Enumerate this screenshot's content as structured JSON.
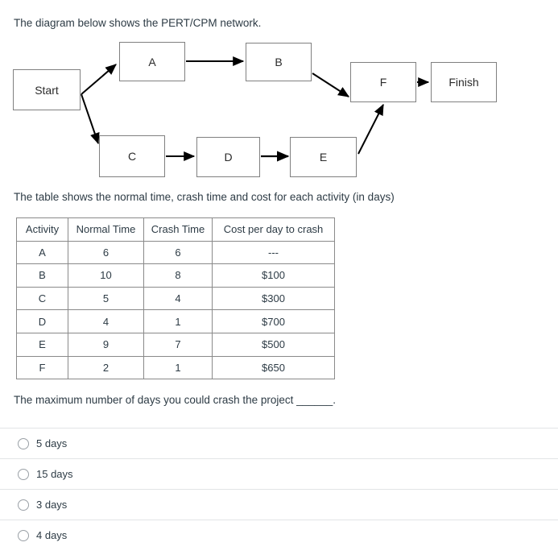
{
  "question": {
    "intro_diagram": "The diagram below shows the PERT/CPM network.",
    "intro_table": "The table shows the normal time, crash time and cost for each activity (in days)",
    "stem": "The maximum number of days you could crash the project ______."
  },
  "diagram": {
    "nodes": [
      {
        "id": "start",
        "label": "Start"
      },
      {
        "id": "a",
        "label": "A"
      },
      {
        "id": "b",
        "label": "B"
      },
      {
        "id": "c",
        "label": "C"
      },
      {
        "id": "d",
        "label": "D"
      },
      {
        "id": "e",
        "label": "E"
      },
      {
        "id": "f",
        "label": "F"
      },
      {
        "id": "finish",
        "label": "Finish"
      }
    ],
    "edges": [
      {
        "from": "Start",
        "to": "A"
      },
      {
        "from": "Start",
        "to": "C"
      },
      {
        "from": "A",
        "to": "B"
      },
      {
        "from": "B",
        "to": "F"
      },
      {
        "from": "C",
        "to": "D"
      },
      {
        "from": "D",
        "to": "E"
      },
      {
        "from": "E",
        "to": "F"
      },
      {
        "from": "F",
        "to": "Finish"
      }
    ],
    "box_border_color": "#808080",
    "arrow_color": "#000000"
  },
  "table": {
    "headers": [
      "Activity",
      "Normal Time",
      "Crash Time",
      "Cost per day to crash"
    ],
    "rows": [
      {
        "activity": "A",
        "normal_time": "6",
        "crash_time": "6",
        "cost_per_day": "---"
      },
      {
        "activity": "B",
        "normal_time": "10",
        "crash_time": "8",
        "cost_per_day": "$100"
      },
      {
        "activity": "C",
        "normal_time": "5",
        "crash_time": "4",
        "cost_per_day": "$300"
      },
      {
        "activity": "D",
        "normal_time": "4",
        "crash_time": "1",
        "cost_per_day": "$700"
      },
      {
        "activity": "E",
        "normal_time": "9",
        "crash_time": "7",
        "cost_per_day": "$500"
      },
      {
        "activity": "F",
        "normal_time": "2",
        "crash_time": "1",
        "cost_per_day": "$650"
      }
    ]
  },
  "options": [
    {
      "label": "5 days",
      "selected": false
    },
    {
      "label": "15 days",
      "selected": false
    },
    {
      "label": "3 days",
      "selected": false
    },
    {
      "label": "4 days",
      "selected": false
    }
  ],
  "colors": {
    "text": "#2d3b45",
    "separator": "#e2e4e6",
    "table_border": "#8a8a8a",
    "radio_border": "#9aa0a6"
  }
}
